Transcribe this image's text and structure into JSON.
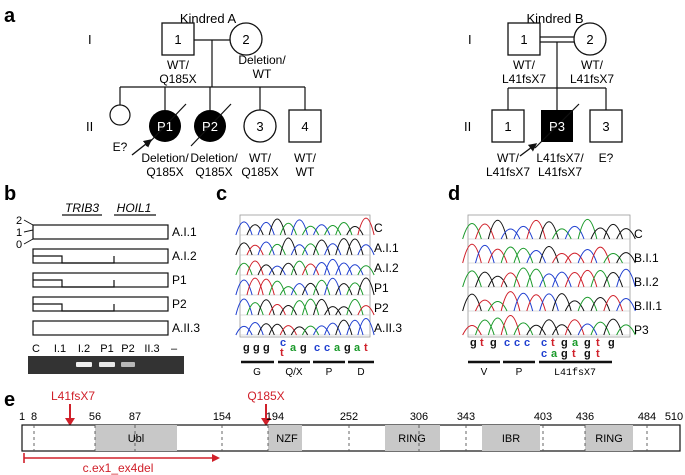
{
  "panels": {
    "a": "a",
    "b": "b",
    "c": "c",
    "d": "d",
    "e": "e"
  },
  "generations": {
    "I": "I",
    "II": "II"
  },
  "kindred_a": {
    "title": "Kindred A",
    "i1": {
      "num": "1",
      "g1": "WT/",
      "g2": "Q185X"
    },
    "i2": {
      "num": "2",
      "g1": "Deletion/",
      "g2": "WT"
    },
    "p1": {
      "num": "P1",
      "g1": "Deletion/",
      "g2": "Q185X"
    },
    "p2": {
      "num": "P2",
      "g1": "Deletion/",
      "g2": "Q185X"
    },
    "ii3": {
      "num": "3",
      "g1": "WT/",
      "g2": "Q185X"
    },
    "ii4": {
      "num": "4",
      "g1": "WT/",
      "g2": "WT"
    },
    "ii0": {
      "label": "E?"
    }
  },
  "kindred_b": {
    "title": "Kindred B",
    "i1": {
      "num": "1",
      "g1": "WT/",
      "g2": "L41fsX7"
    },
    "i2": {
      "num": "2",
      "g1": "WT/",
      "g2": "L41fsX7"
    },
    "ii1": {
      "num": "1",
      "g1": "WT/",
      "g2": "L41fsX7"
    },
    "p3": {
      "num": "P3",
      "g1": "L41fsX7/",
      "g2": "L41fsX7"
    },
    "ii3": {
      "num": "3",
      "label": "E?"
    }
  },
  "panel_b": {
    "genes": [
      "TRIB3",
      "HOIL1"
    ],
    "yticks": [
      "2",
      "1",
      "0"
    ],
    "rows": [
      "A.I.1",
      "A.I.2",
      "P1",
      "P2",
      "A.II.3"
    ],
    "lanes": [
      "C",
      "I.1",
      "I.2",
      "P1",
      "P2",
      "II.3",
      "–"
    ]
  },
  "panel_c": {
    "rows": [
      "C",
      "A.I.1",
      "A.I.2",
      "P1",
      "P2",
      "A.II.3"
    ],
    "seq": [
      "g",
      "g",
      "g",
      "c",
      "a",
      "g",
      "c",
      "c",
      "a",
      "g",
      "a",
      "t"
    ],
    "seq_alt": "t",
    "codons": [
      "G",
      "Q/X",
      "P",
      "D"
    ]
  },
  "panel_d": {
    "rows": [
      "C",
      "B.I.1",
      "B.I.2",
      "B.II.1",
      "P3"
    ],
    "seq_top": [
      "g",
      "t",
      "g",
      "c",
      "c",
      "c",
      "c",
      "t",
      "g",
      "a",
      "g",
      "t",
      "g"
    ],
    "seq_bot": [
      "c",
      "a",
      "g",
      "t",
      "g",
      "t"
    ],
    "codons": [
      "V",
      "P",
      "L41fsX7"
    ]
  },
  "panel_e": {
    "positions": [
      "1",
      "8",
      "56",
      "87",
      "154",
      "194",
      "252",
      "306",
      "343",
      "403",
      "436",
      "484",
      "510"
    ],
    "domains": [
      "Ubl",
      "NZF",
      "RING",
      "IBR",
      "RING"
    ],
    "mutations": [
      "L41fsX7",
      "Q185X"
    ],
    "deletion": "c.ex1_ex4del"
  },
  "colors": {
    "mutation": "#d0202a",
    "domain": "#c8c8c8",
    "gel": "#333333"
  }
}
